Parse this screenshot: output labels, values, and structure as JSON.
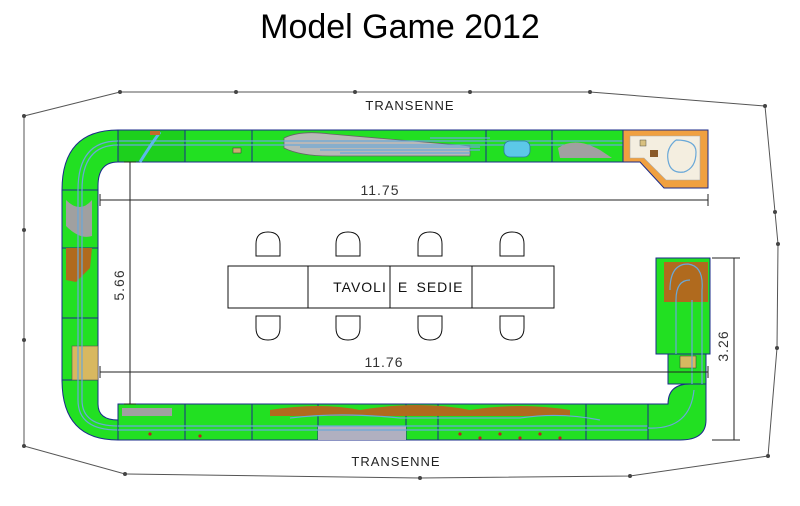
{
  "title": "Model Game 2012",
  "labels": {
    "barrier_top": "TRANSENNE",
    "barrier_bottom": "TRANSENNE",
    "tables_word1": "TAVOLI",
    "tables_word2": "E",
    "tables_word3": "SEDIE"
  },
  "dimensions": {
    "top_length": "11.75",
    "bottom_length": "11.76",
    "left_height": "5.66",
    "right_height": "3.26"
  },
  "colors": {
    "grass": "#22e022",
    "track": "#6aa8d8",
    "frame": "#1a2a8a",
    "earth": "#b06a1e",
    "gravel": "#9a9a9a",
    "outline": "#333333"
  }
}
